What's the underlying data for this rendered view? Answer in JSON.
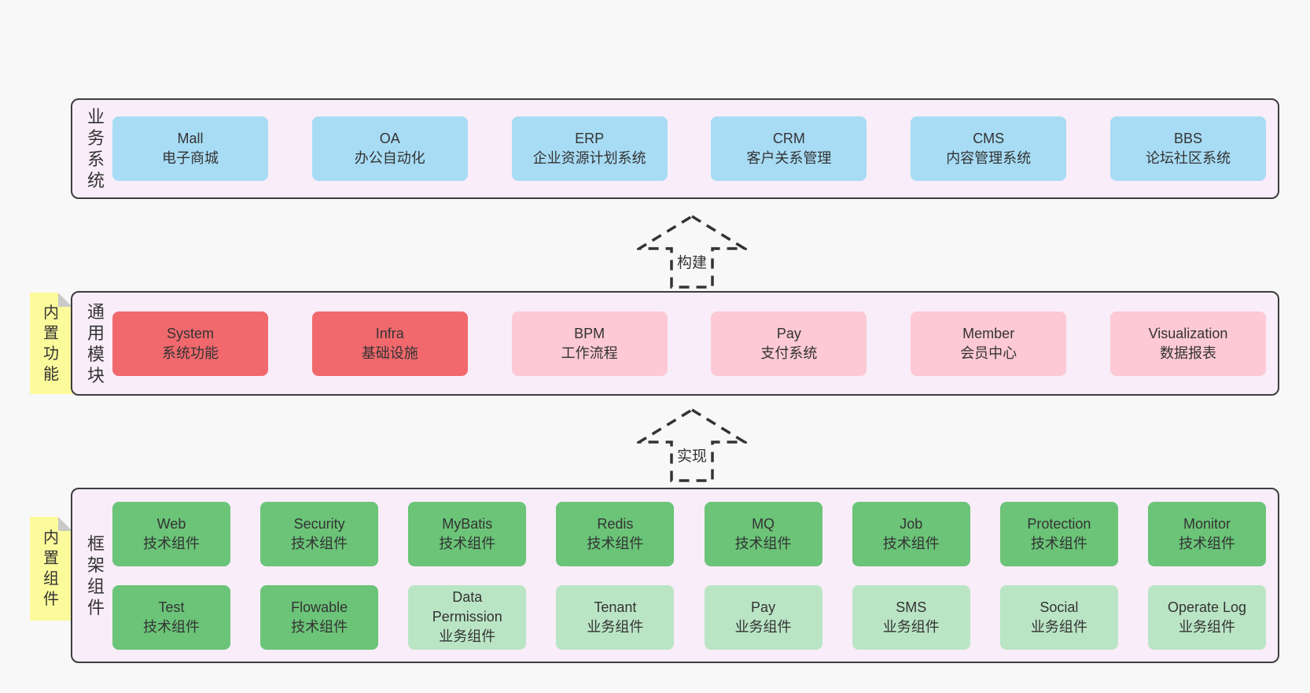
{
  "colors": {
    "page_bg": "#f8f8f8",
    "band_bg": "#f8edf8",
    "border": "#3d3d3d",
    "text": "#333333",
    "blue": "#a8dcf5",
    "red": "#f1696d",
    "pink": "#fcc9d4",
    "green": "#6bc478",
    "lightgreen": "#bae5c5",
    "yellow": "#fcfb9c",
    "fold": "#c9c9c9",
    "arrow": "#333333"
  },
  "bands": [
    {
      "label": "业务系统",
      "boxes": [
        {
          "name": "Mall",
          "desc": "电子商城"
        },
        {
          "name": "OA",
          "desc": "办公自动化"
        },
        {
          "name": "ERP",
          "desc": "企业资源计划系统"
        },
        {
          "name": "CRM",
          "desc": "客户关系管理"
        },
        {
          "name": "CMS",
          "desc": "内容管理系统"
        },
        {
          "name": "BBS",
          "desc": "论坛社区系统"
        }
      ]
    },
    {
      "label": "通用模块",
      "tab": "内置功能",
      "boxes": [
        {
          "name": "System",
          "desc": "系统功能"
        },
        {
          "name": "Infra",
          "desc": "基础设施"
        },
        {
          "name": "BPM",
          "desc": "工作流程"
        },
        {
          "name": "Pay",
          "desc": "支付系统"
        },
        {
          "name": "Member",
          "desc": "会员中心"
        },
        {
          "name": "Visualization",
          "desc": "数据报表"
        }
      ]
    },
    {
      "label": "框架组件",
      "tab": "内置组件",
      "rows": [
        [
          {
            "name": "Web",
            "desc": "技术组件"
          },
          {
            "name": "Security",
            "desc": "技术组件"
          },
          {
            "name": "MyBatis",
            "desc": "技术组件"
          },
          {
            "name": "Redis",
            "desc": "技术组件"
          },
          {
            "name": "MQ",
            "desc": "技术组件"
          },
          {
            "name": "Job",
            "desc": "技术组件"
          },
          {
            "name": "Protection",
            "desc": "技术组件"
          },
          {
            "name": "Monitor",
            "desc": "技术组件"
          }
        ],
        [
          {
            "name": "Test",
            "desc": "技术组件"
          },
          {
            "name": "Flowable",
            "desc": "技术组件"
          },
          {
            "name": "Data Permission",
            "desc": "业务组件"
          },
          {
            "name": "Tenant",
            "desc": "业务组件"
          },
          {
            "name": "Pay",
            "desc": "业务组件"
          },
          {
            "name": "SMS",
            "desc": "业务组件"
          },
          {
            "name": "Social",
            "desc": "业务组件"
          },
          {
            "name": "Operate Log",
            "desc": "业务组件"
          }
        ]
      ]
    }
  ],
  "arrows": [
    {
      "label": "构建"
    },
    {
      "label": "实现"
    }
  ]
}
